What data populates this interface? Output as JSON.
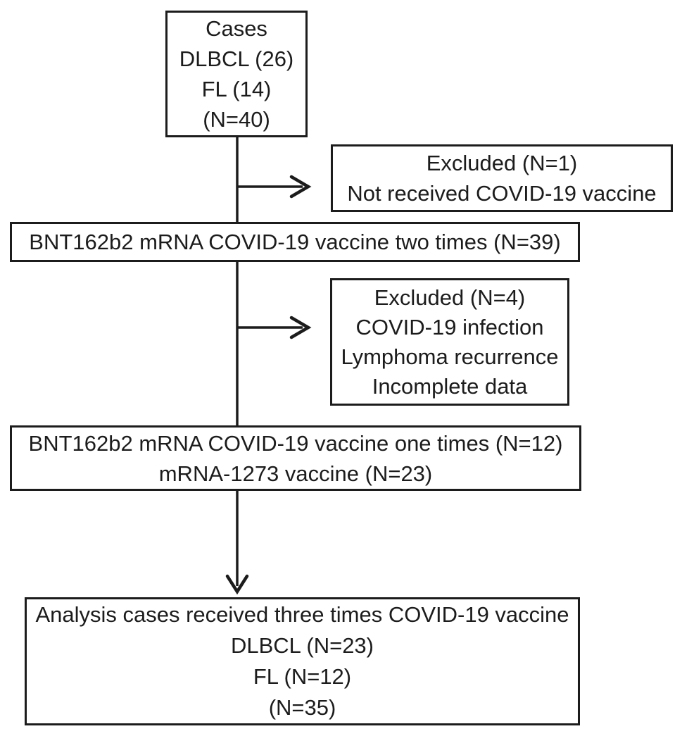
{
  "colors": {
    "border": "#1c1c1c",
    "text": "#1c1c1c",
    "background": "#ffffff"
  },
  "boxes": {
    "cases": {
      "lines": [
        "Cases",
        "DLBCL (26)",
        "FL (14)",
        "(N=40)"
      ]
    },
    "excluded_1": {
      "lines": [
        "Excluded (N=1)",
        "Not received COVID-19 vaccine"
      ]
    },
    "vaccine_two_times": {
      "lines": [
        "BNT162b2 mRNA COVID-19 vaccine two times (N=39)"
      ]
    },
    "excluded_2": {
      "lines": [
        "Excluded (N=4)",
        "COVID-19 infection",
        "Lymphoma recurrence",
        "Incomplete data"
      ]
    },
    "vaccine_one_times": {
      "lines": [
        "BNT162b2 mRNA COVID-19 vaccine one times (N=12)",
        "mRNA-1273 vaccine (N=23)"
      ]
    },
    "analysis": {
      "lines": [
        "Analysis cases received three times COVID-19 vaccine",
        "DLBCL (N=23)",
        "FL (N=12)",
        "(N=35)"
      ]
    }
  }
}
